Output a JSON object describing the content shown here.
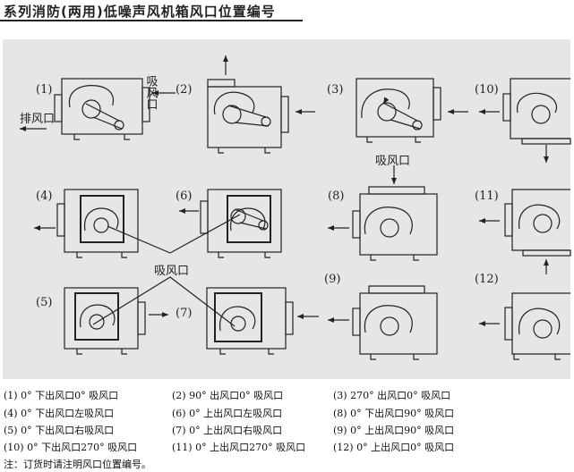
{
  "title": "系列消防(两用)低噪声风机箱风口位置编号",
  "labels": {
    "intake": "吸风口",
    "exhaust": "排风口"
  },
  "units": [
    "(1)",
    "(2)",
    "(3)",
    "(10)",
    "(4)",
    "(6)",
    "(8)",
    "(11)",
    "(5)",
    "(7)",
    "(9)",
    "(12)"
  ],
  "captions": [
    "(1) 0°  下出风口0°  吸风口",
    "(2) 90°  出风口0°  吸风口",
    "(3) 270°  出风口0°  吸风口",
    "(4) 0°  下出风口左吸风口",
    "(6) 0°  上出风口左吸风口",
    "(8) 0°  下出风口90°  吸风口",
    "(5) 0°  下出风口右吸风口",
    "(7) 0°  上出风口右吸风口",
    "(9) 0°  上出风口90°  吸风口",
    "(10) 0°  下出风口270°  吸风口",
    "(11) 0°  上出风口270°  吸风口",
    "(12) 0°  上出风口0°  吸风口"
  ],
  "note": "注：订货时请注明风口位置编号。"
}
